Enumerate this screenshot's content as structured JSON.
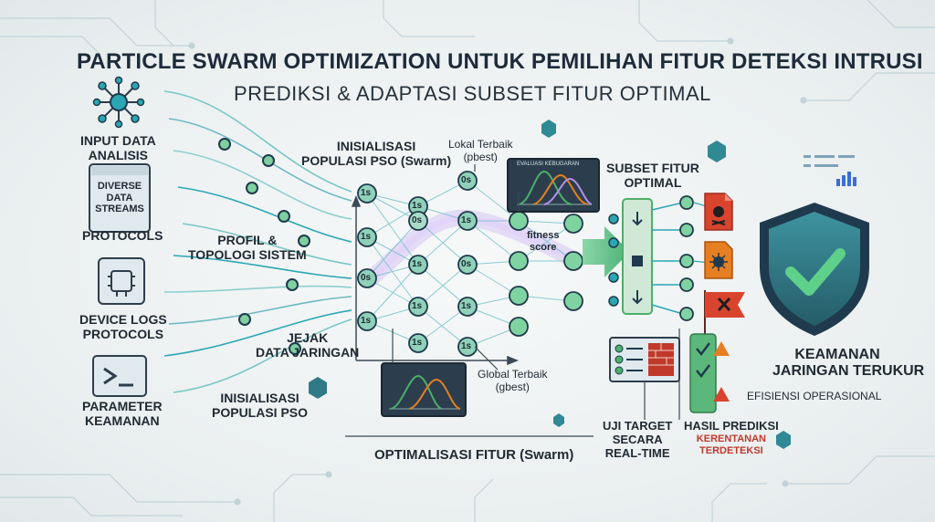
{
  "title": "PARTICLE SWARM OPTIMIZATION UNTUK PEMILIHAN FITUR DETEKSI INTRUSI",
  "subtitle": "PREDIKSI & ADAPTASI SUBSET FITUR OPTIMAL",
  "inputs": {
    "input_data_line1": "INPUT DATA",
    "input_data_line2": "ANALISIS",
    "streams_line1": "DIVERSE",
    "streams_line2": "DATA",
    "streams_line3": "STREAMS",
    "protocols": "PROTOCOLS",
    "device_logs_line1": "DEVICE LOGS",
    "device_logs_line2": "PROTOCOLS",
    "parameter_line1": "PARAMETER",
    "parameter_line2": "KEAMANAN"
  },
  "middle": {
    "profil_line1": "PROFIL &",
    "profil_line2": "TOPOLOGI SISTEM",
    "jejak_line1": "JEJAK",
    "jejak_line2": "DATA JARINGAN",
    "inisialisasi_low_line1": "INISIALISASI",
    "inisialisasi_low_line2": "POPULASI PSO",
    "inisialisasi_top_line1": "INISIALISASI",
    "inisialisasi_top_line2": "POPULASI PSO (Swarm)",
    "pbest_line1": "Lokal Terbaik",
    "pbest_line2": "(pbest)",
    "gbest_line1": "Global Terbaik",
    "gbest_line2": "(gbest)",
    "fitness_line1": "fitness",
    "fitness_line2": "score",
    "evaluasi": "EVALUASI KEBUGARAN",
    "node_labels": [
      "1s",
      "0s"
    ],
    "optimalisasi": "OPTIMALISASI FITUR (Swarm)"
  },
  "right": {
    "subset_line1": "SUBSET FITUR",
    "subset_line2": "OPTIMAL",
    "uji_line1": "UJI TARGET",
    "uji_line2": "SECARA",
    "uji_line3": "REAL-TIME",
    "hasil_line1": "HASIL PREDIKSI",
    "hasil_line2": "KERENTANAN",
    "hasil_line3": "TERDETEKSI",
    "keamanan_line1": "KEAMANAN",
    "keamanan_line2": "JARINGAN TERUKUR",
    "efisiensi": "EFISIENSI OPERASIONAL"
  },
  "colors": {
    "navy": "#1f3a4d",
    "teal": "#2aa7b3",
    "green": "#4caf6a",
    "purple": "#b48ee8",
    "red": "#d9442f",
    "orange": "#e67e22",
    "shield": "#2f7a86"
  }
}
